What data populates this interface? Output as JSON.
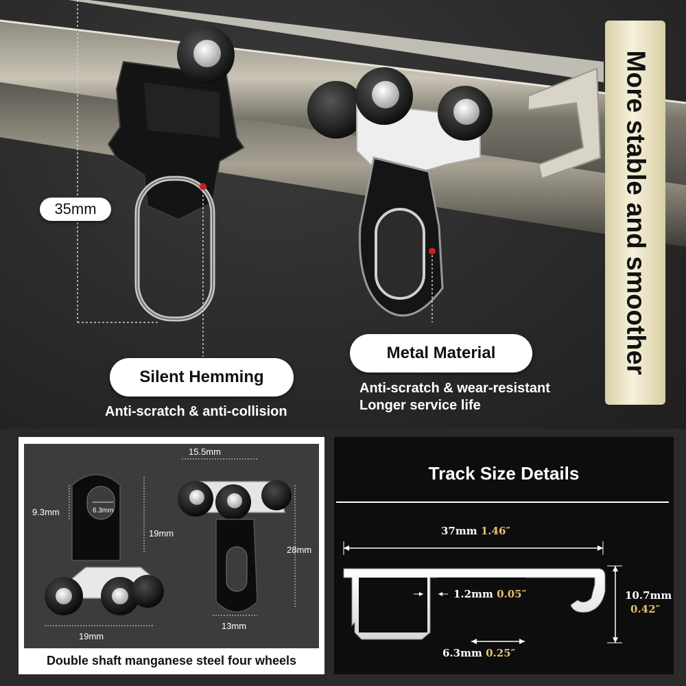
{
  "hero": {
    "banner_text": "More stable and smoother",
    "height_label": "35mm",
    "feature_left": {
      "title": "Silent Hemming",
      "subtitle": "Anti-scratch & anti-collision"
    },
    "feature_right": {
      "title": "Metal Material",
      "subtitle_line1": "Anti-scratch & wear-resistant",
      "subtitle_line2": "Longer service life"
    }
  },
  "wheels_panel": {
    "caption": "Double shaft manganese steel four wheels",
    "dims": {
      "outer_height": "9.3mm",
      "hole": "6.3mm",
      "plate_height": "19mm",
      "base_width": "19mm",
      "top_width": "15.5mm",
      "total_height": "28mm",
      "plate_width": "13mm"
    }
  },
  "track_panel": {
    "title": "Track Size Details",
    "width_mm": "37mm",
    "width_in": "1.46″",
    "wall_mm": "1.2mm",
    "wall_in": "0.05″",
    "height_mm": "10.7mm",
    "height_in": "0.42″",
    "slot_mm": "6.3mm",
    "slot_in": "0.25″"
  },
  "colors": {
    "banner": "#f3edd6",
    "accent_gold": "#e7c16a",
    "marker_red": "#c81e1e"
  }
}
